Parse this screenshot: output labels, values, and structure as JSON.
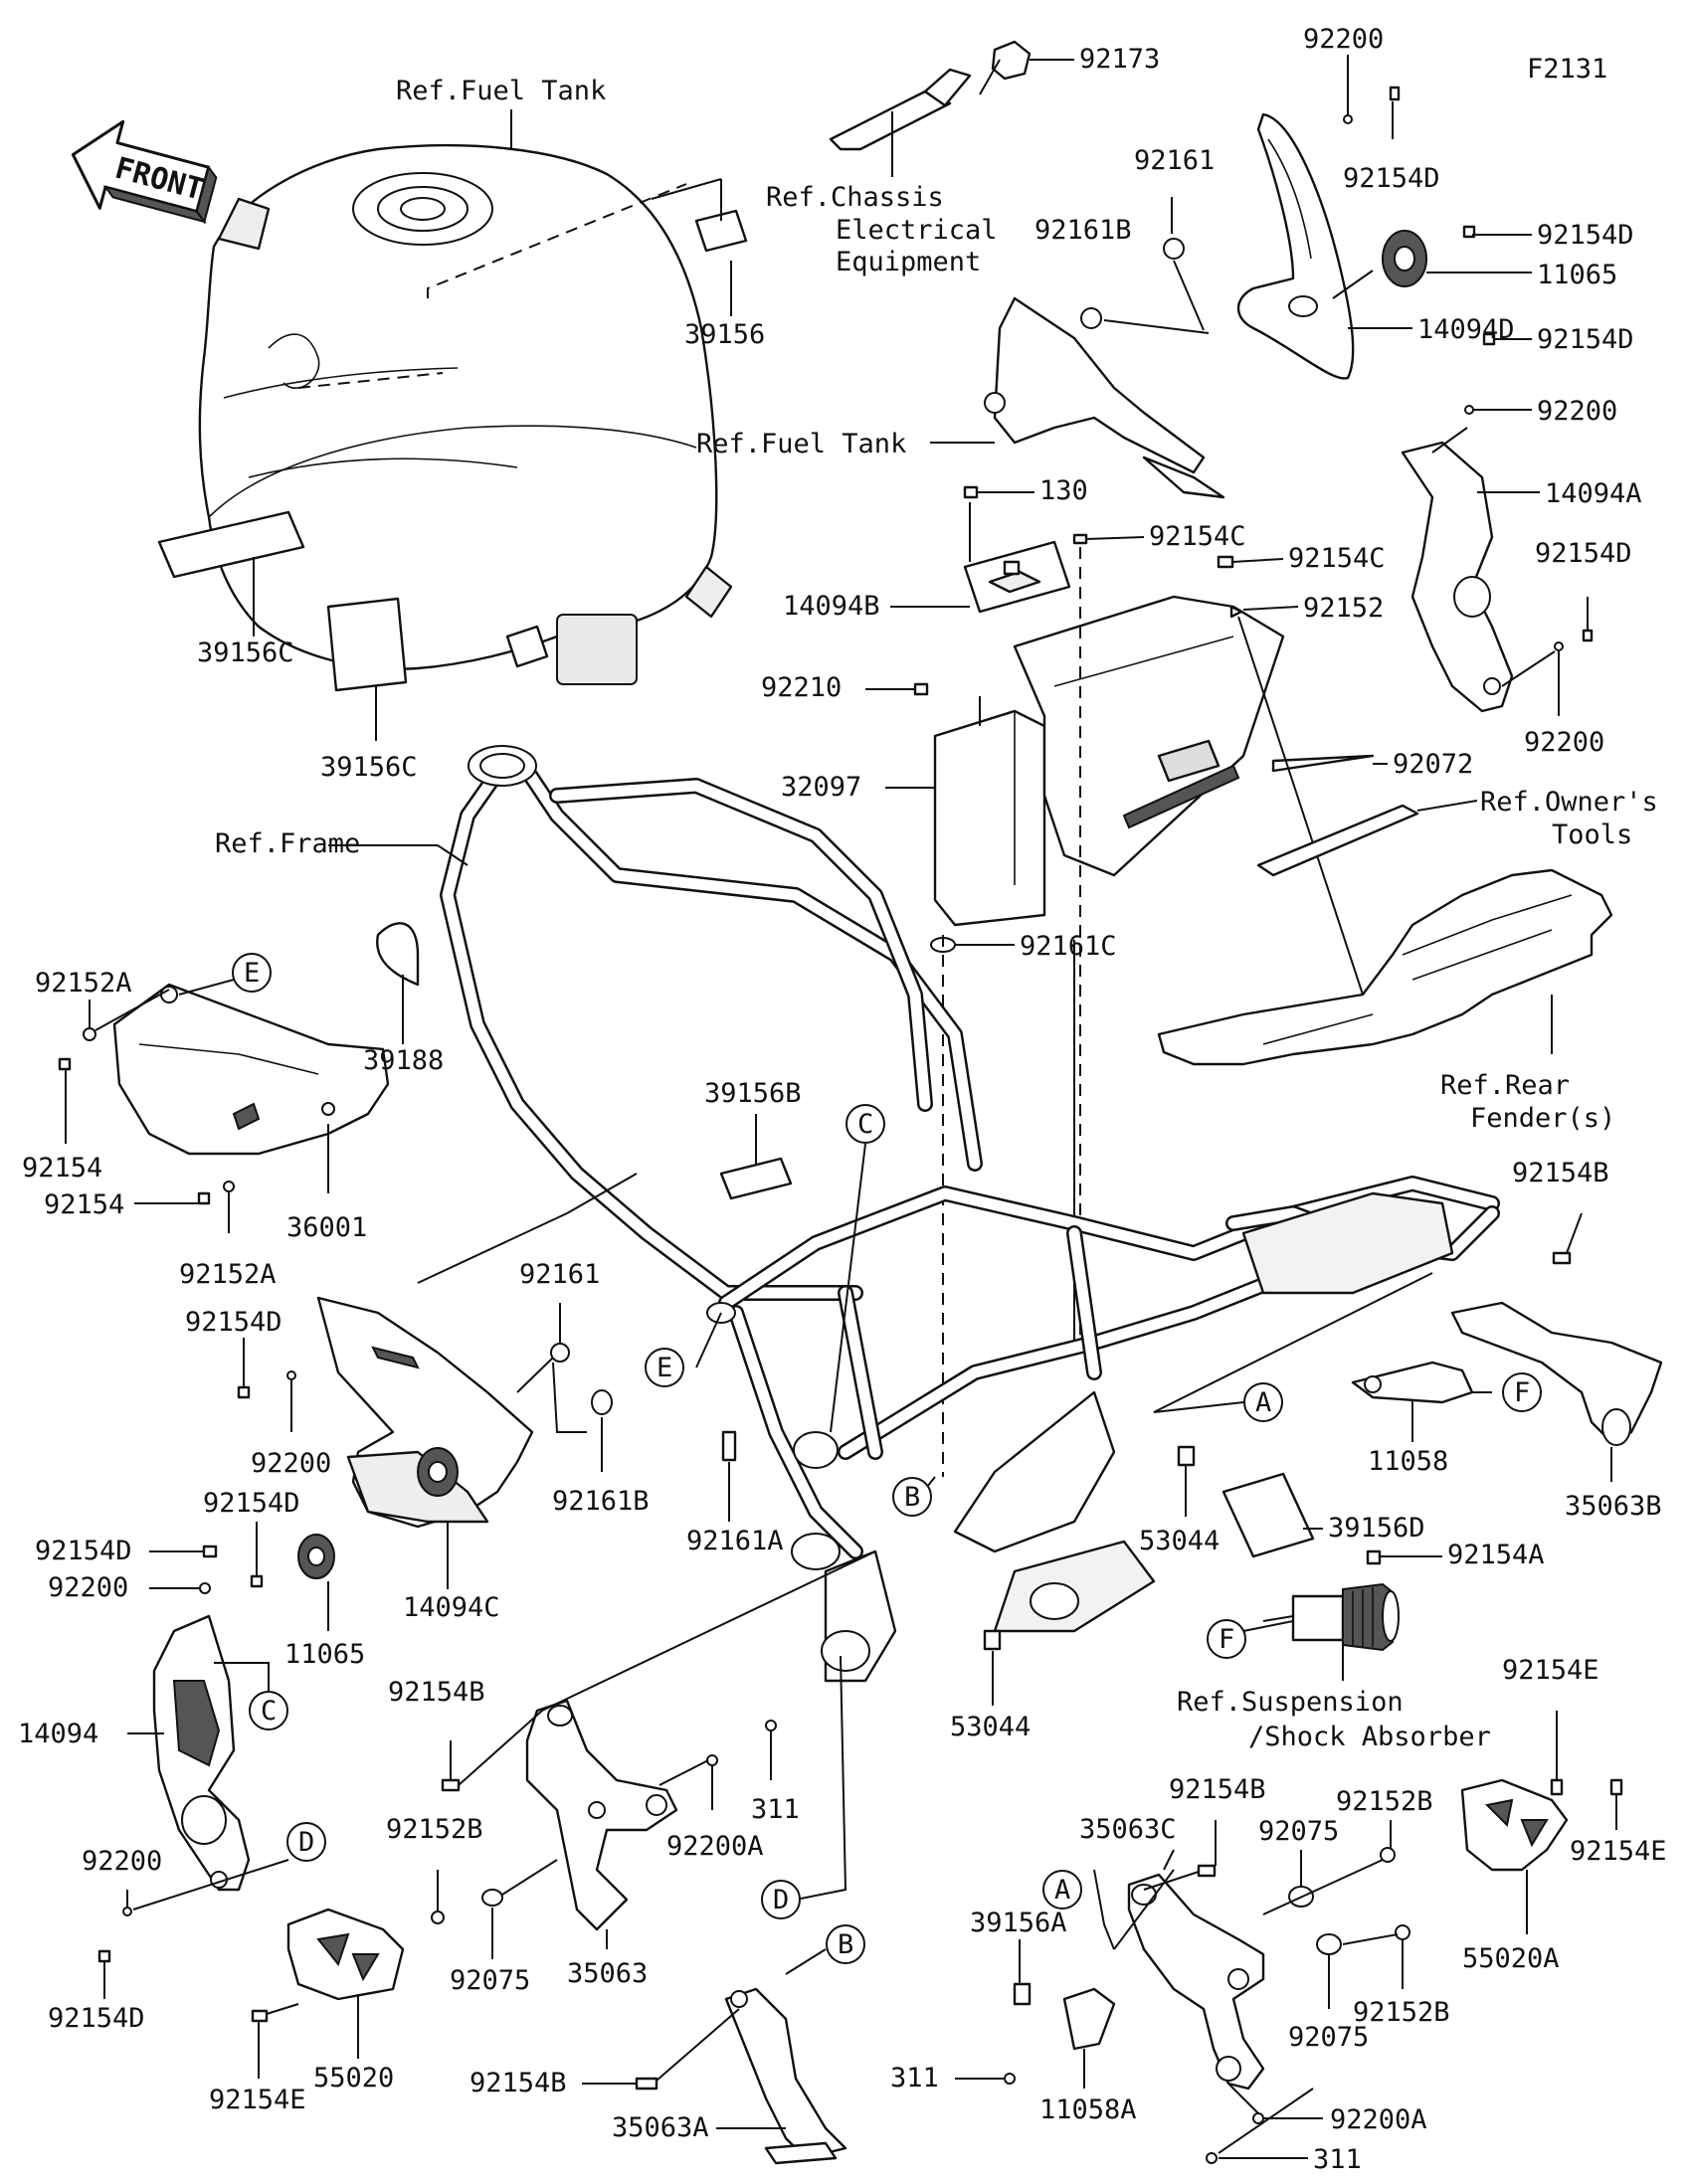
{
  "figure_code": "F2131",
  "front_badge": "FRONT",
  "labels": {
    "ref_fuel_tank_top": "Ref.Fuel Tank",
    "p39156": "39156",
    "p39156C_a": "39156C",
    "p39156C_b": "39156C",
    "p92173": "92173",
    "ref_chassis_1": "Ref.Chassis",
    "ref_chassis_2": "Electrical",
    "ref_chassis_3": "Equipment",
    "p92200_top": "92200",
    "p92154D_top": "92154D",
    "p92161_top": "92161",
    "p92161B_top": "92161B",
    "p92154D_r1": "92154D",
    "p11065_r": "11065",
    "p14094D": "14094D",
    "ref_fuel_tank_mid": "Ref.Fuel Tank",
    "p92154D_r2": "92154D",
    "p92200_r2": "92200",
    "p130": "130",
    "p14094A": "14094A",
    "p92154C_a": "92154C",
    "p92154C_b": "92154C",
    "p92154D_r3": "92154D",
    "p14094B": "14094B",
    "p92152": "92152",
    "p92200_r3": "92200",
    "p92210": "92210",
    "p92072": "92072",
    "p32097": "32097",
    "ref_tools_1": "Ref.Owner's",
    "ref_tools_2": "Tools",
    "ref_frame": "Ref.Frame",
    "p92161C": "92161C",
    "ref_fender_1": "Ref.Rear",
    "ref_fender_2": "Fender(s)",
    "p92152A_top": "92152A",
    "p39188": "39188",
    "p39156B": "39156B",
    "p92154_a": "92154",
    "p92154_b": "92154",
    "p36001": "36001",
    "p92152A_bot": "92152A",
    "p92154B_r": "92154B",
    "p92161_mid": "92161",
    "p92154D_l1": "92154D",
    "p92200_l1": "92200",
    "p92161B_mid": "92161B",
    "p92154D_l2": "92154D",
    "p92154D_l3": "92154D",
    "p92200_l2": "92200",
    "p11065_l": "11065",
    "p14094C": "14094C",
    "p92161A": "92161A",
    "p53044_a": "53044",
    "p11058": "11058",
    "p35063B": "35063B",
    "p39156D": "39156D",
    "p92154A": "92154A",
    "p14094": "14094",
    "p53044_b": "53044",
    "ref_susp_1": "Ref.Suspension",
    "ref_susp_2": "/Shock Absorber",
    "p92154B_l": "92154B",
    "p311_mid": "311",
    "p92200A_mid": "92200A",
    "p92154E_r1": "92154E",
    "p92154B_m": "92154B",
    "p92152B_r1": "92152B",
    "p35063C": "35063C",
    "p92075_r1": "92075",
    "p92154E_r2": "92154E",
    "p92200_l3": "92200",
    "p92152B_l": "92152B",
    "p92075_l": "92075",
    "p35063": "35063",
    "p55020A": "55020A",
    "p92152B_r2": "92152B",
    "p39156A": "39156A",
    "p92075_r2": "92075",
    "p92154D_l4": "92154D",
    "p55020": "55020",
    "p92154E_l": "92154E",
    "p92154B_b": "92154B",
    "p35063A": "35063A",
    "p311_b": "311",
    "p11058A": "11058A",
    "p92200A_b": "92200A",
    "p311_c": "311"
  },
  "callouts": {
    "E_top": "E",
    "E_frame": "E",
    "C_frame": "C",
    "C_left": "C",
    "A_frame": "A",
    "A_bottom": "A",
    "F_frame": "F",
    "F_shock": "F",
    "B_frame": "B",
    "B_bottom": "B",
    "D_frame": "D",
    "D_left": "D"
  }
}
